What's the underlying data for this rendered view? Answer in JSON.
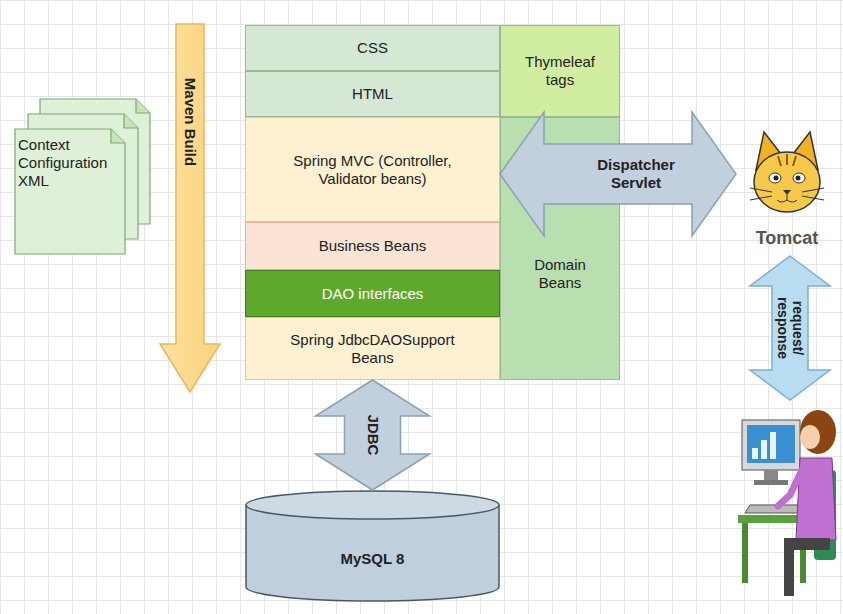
{
  "diagram": {
    "nodes": [
      {
        "text": [
          "Context Configuration XML"
        ]
      },
      {
        "text": [
          "Maven Build"
        ]
      },
      {
        "text": [
          "CSS"
        ]
      },
      {
        "text": [
          "HTML"
        ]
      },
      {
        "text": [
          "Thymeleaf tags"
        ]
      },
      {
        "text": [
          "Spring MVC (Controller, Validator beans)"
        ]
      },
      {
        "text": [
          "Domain Beans"
        ]
      },
      {
        "text": [
          "Tomcat"
        ]
      },
      {
        "text": [
          "Business Beans"
        ]
      },
      {
        "text": [
          "DAO interfaces"
        ]
      },
      {
        "text": [
          "Spring JdbcDAOSupport Beans"
        ]
      },
      {
        "text": [
          "MySQL 8"
        ]
      }
    ],
    "edges": [
      {
        "from": 5,
        "to": 7,
        "label": "Dispatcher Servlet",
        "arrow": "both"
      },
      {
        "from": 10,
        "to": 11,
        "label": "JDBC",
        "arrow": "both"
      }
    ],
    "labels": [
      "request/ response"
    ]
  }
}
